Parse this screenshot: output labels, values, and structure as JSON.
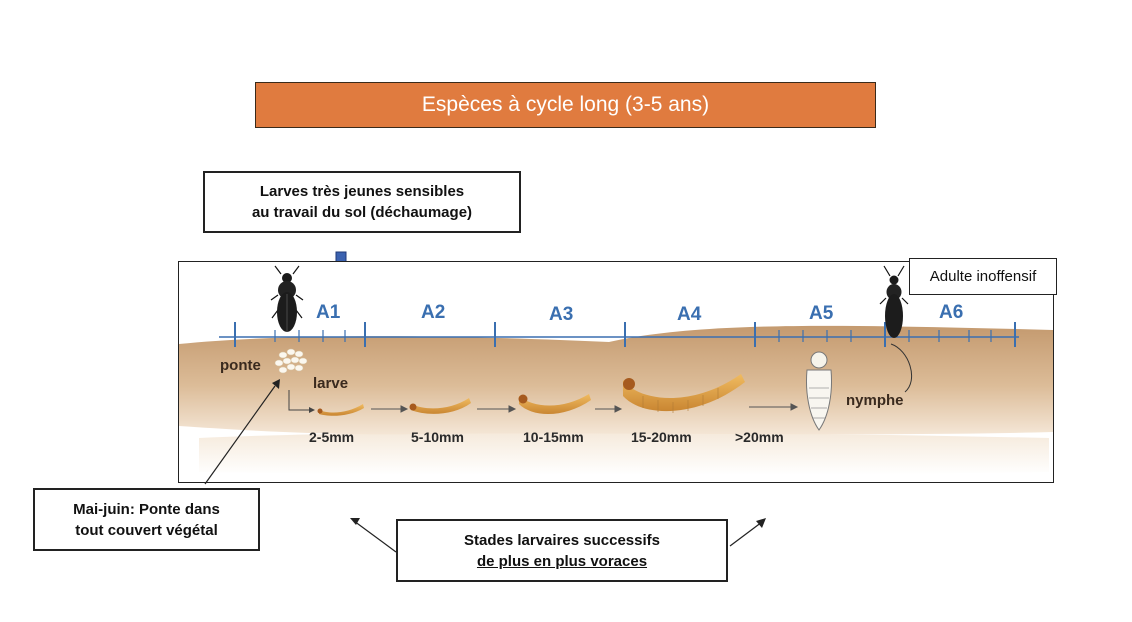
{
  "title": "Espèces à cycle long (3-5 ans)",
  "callouts": {
    "young_larvae": [
      "Larves très jeunes sensibles",
      "au travail du sol (déchaumage)"
    ],
    "adult": "Adulte inoffensif",
    "ponte_info": [
      "Mai-juin: Ponte dans",
      "tout couvert végétal"
    ],
    "stades": [
      "Stades larvaires successifs",
      "de plus en plus voraces"
    ]
  },
  "years": [
    "A1",
    "A2",
    "A3",
    "A4",
    "A5",
    "A6"
  ],
  "stage_labels": {
    "ponte": "ponte",
    "larve": "larve",
    "nymphe": "nymphe"
  },
  "sizes": [
    "2-5mm",
    "5-10mm",
    "10-15mm",
    "15-20mm",
    ">20mm"
  ],
  "colors": {
    "banner": "#e07b3f",
    "year_label": "#3a6fb0",
    "soil": "#c9a27a",
    "larva": "#e3a24a",
    "arrow": "#3b62b0"
  }
}
